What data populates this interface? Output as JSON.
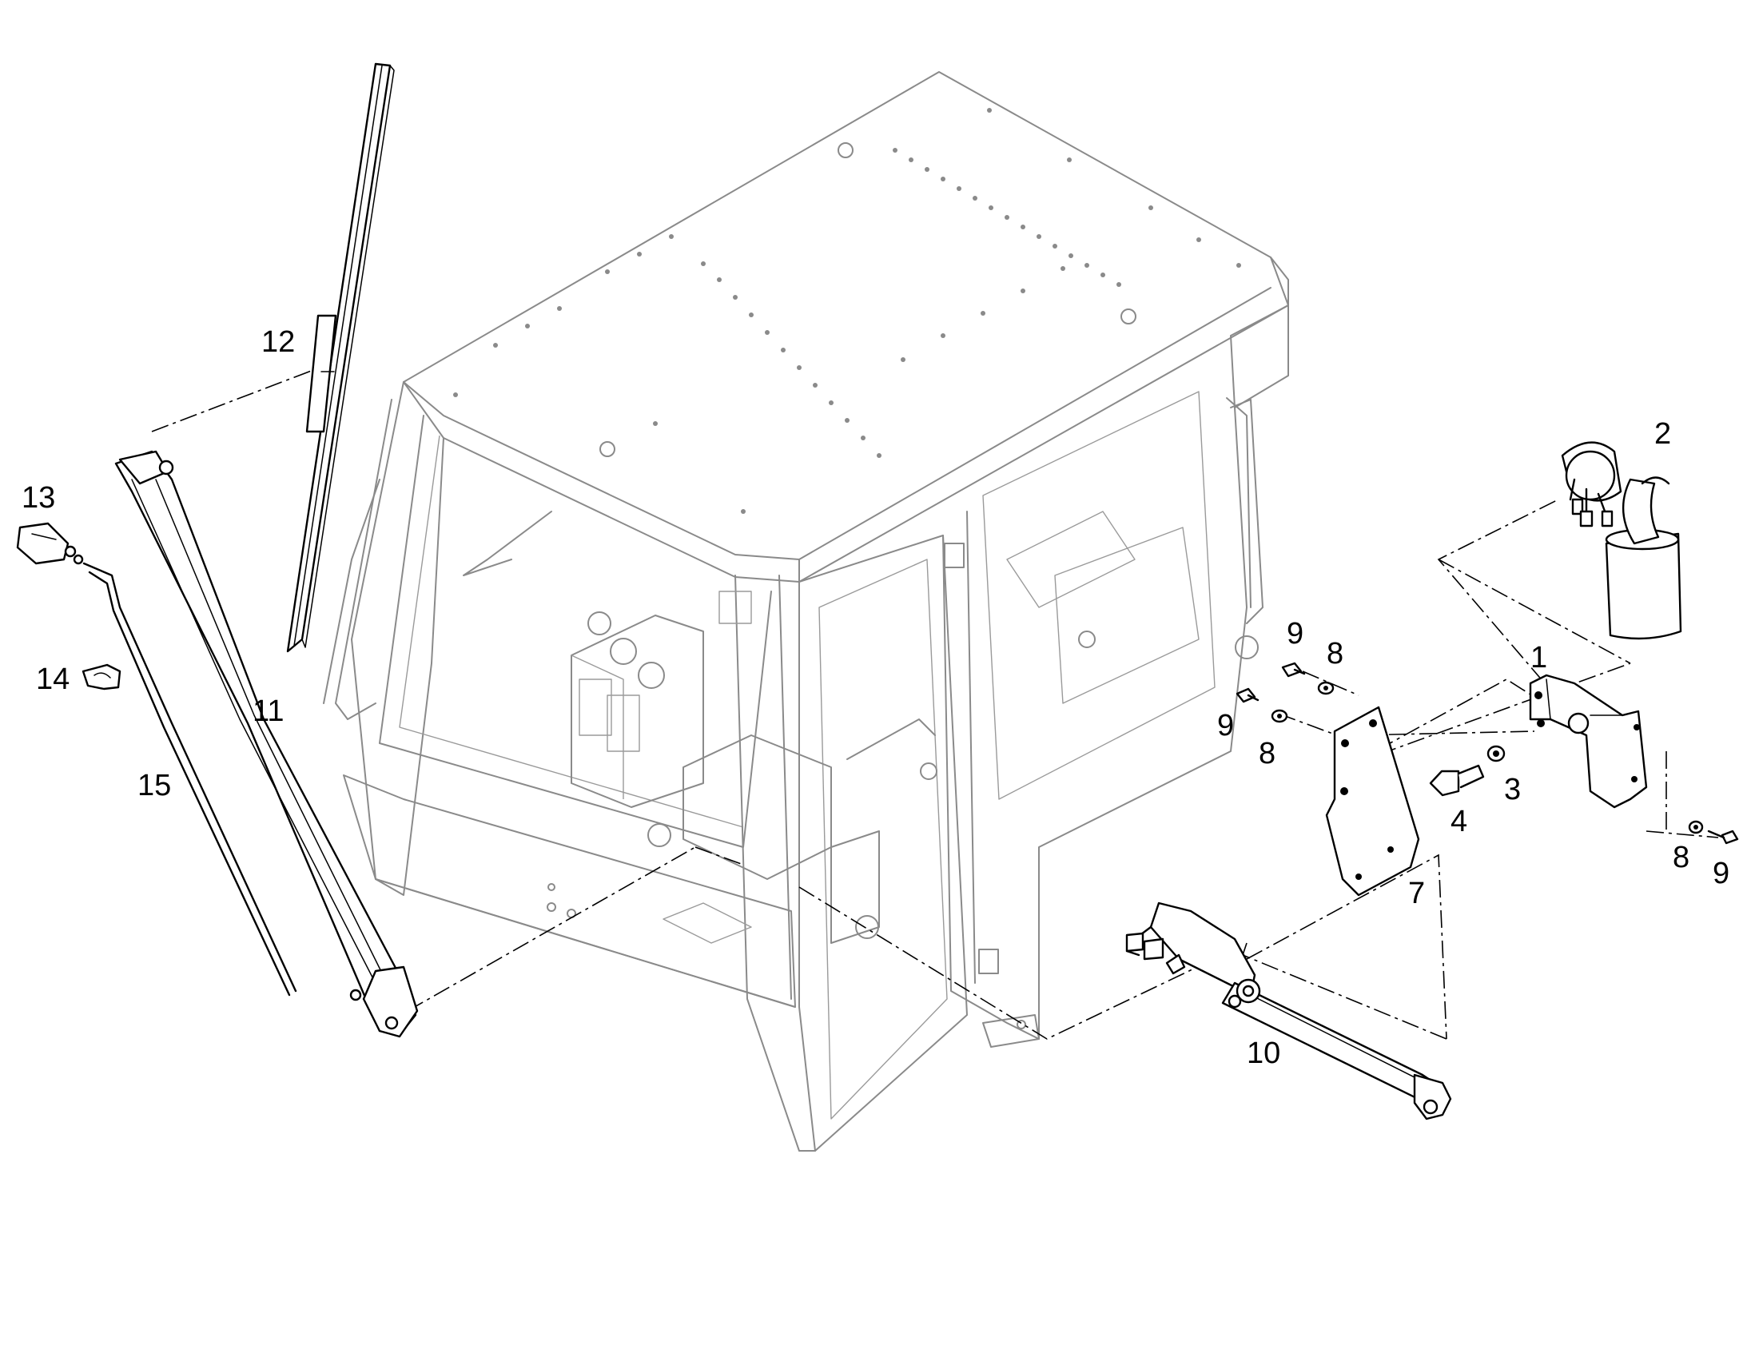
{
  "callouts": {
    "c1": "1",
    "c2": "2",
    "c3": "3",
    "c4": "4",
    "c7": "7",
    "c8a": "8",
    "c8b": "8",
    "c8c": "8",
    "c9a": "9",
    "c9b": "9",
    "c9c": "9",
    "c10": "10",
    "c11": "11",
    "c12": "12",
    "c13": "13",
    "c14": "14",
    "c15": "15"
  },
  "parts": [
    {
      "ref": "1",
      "name": "wiper-motor-bracket"
    },
    {
      "ref": "2",
      "name": "wiper-motor"
    },
    {
      "ref": "3",
      "name": "washer"
    },
    {
      "ref": "4",
      "name": "bolt"
    },
    {
      "ref": "7",
      "name": "mounting-plate"
    },
    {
      "ref": "8",
      "name": "washer"
    },
    {
      "ref": "9",
      "name": "screw"
    },
    {
      "ref": "10",
      "name": "wiper-linkage"
    },
    {
      "ref": "11",
      "name": "wiper-arm"
    },
    {
      "ref": "12",
      "name": "wiper-blade"
    },
    {
      "ref": "13",
      "name": "washer-nozzle"
    },
    {
      "ref": "14",
      "name": "hose-clip"
    },
    {
      "ref": "15",
      "name": "washer-hose"
    }
  ],
  "colors": {
    "cab_outline": "#8a8a8a",
    "part_outline": "#000000",
    "background": "#ffffff"
  }
}
